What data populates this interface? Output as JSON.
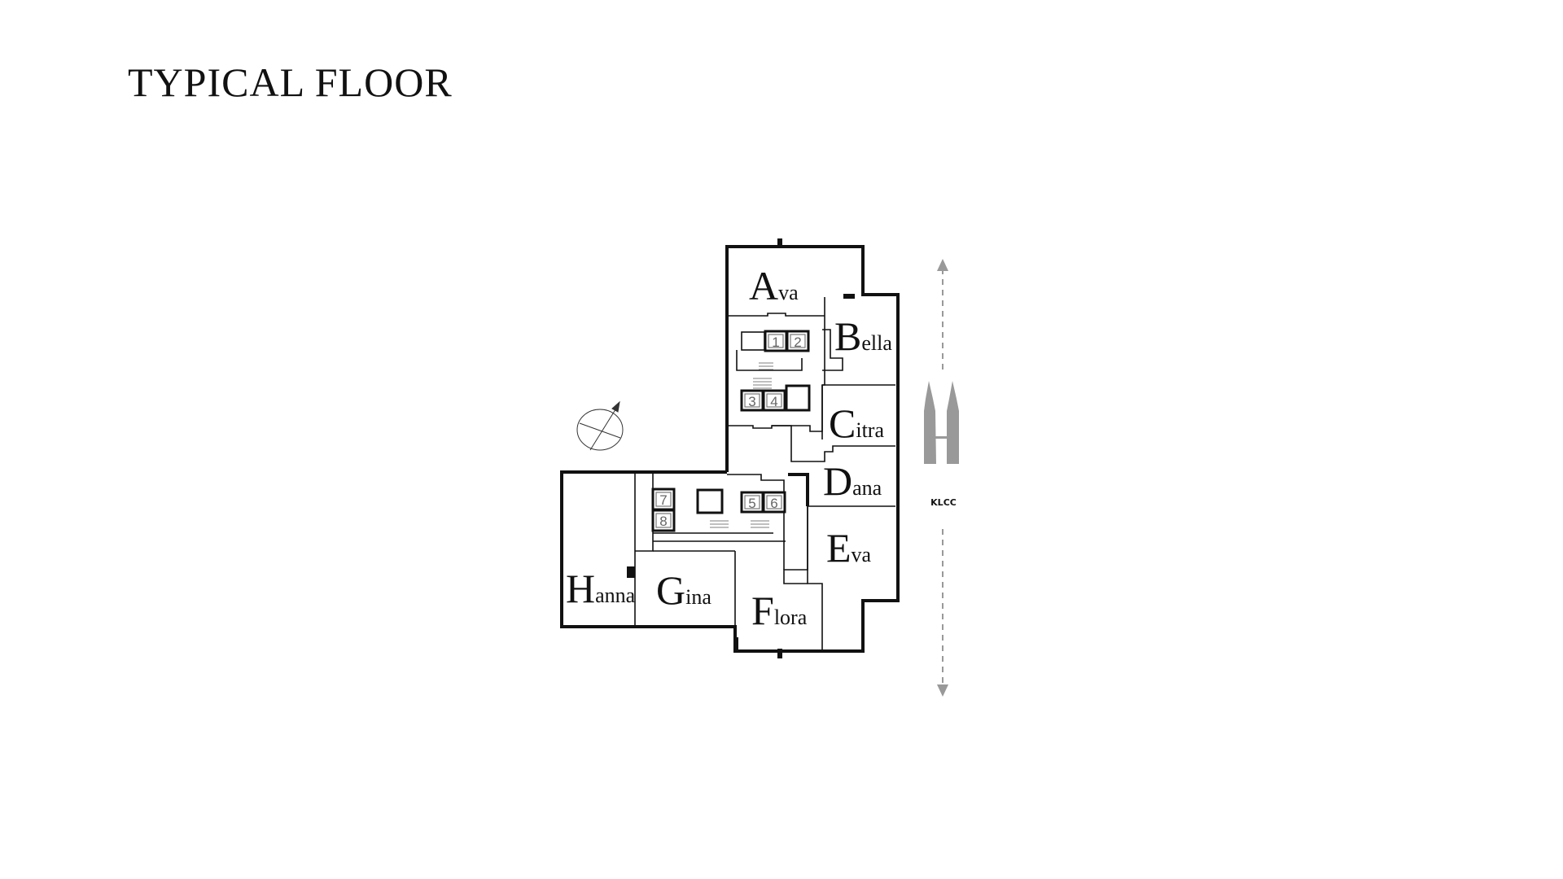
{
  "title": "TYPICAL FLOOR",
  "units": [
    {
      "initial": "A",
      "rest": "va"
    },
    {
      "initial": "B",
      "rest": "ella"
    },
    {
      "initial": "C",
      "rest": "itra"
    },
    {
      "initial": "D",
      "rest": "ana"
    },
    {
      "initial": "E",
      "rest": "va"
    },
    {
      "initial": "F",
      "rest": "lora"
    },
    {
      "initial": "G",
      "rest": "ina"
    },
    {
      "initial": "H",
      "rest": "anna"
    }
  ],
  "lifts": [
    "1",
    "2",
    "3",
    "4",
    "5",
    "6",
    "7",
    "8"
  ],
  "landmark": {
    "label": "KLCC",
    "color": "#999999"
  }
}
